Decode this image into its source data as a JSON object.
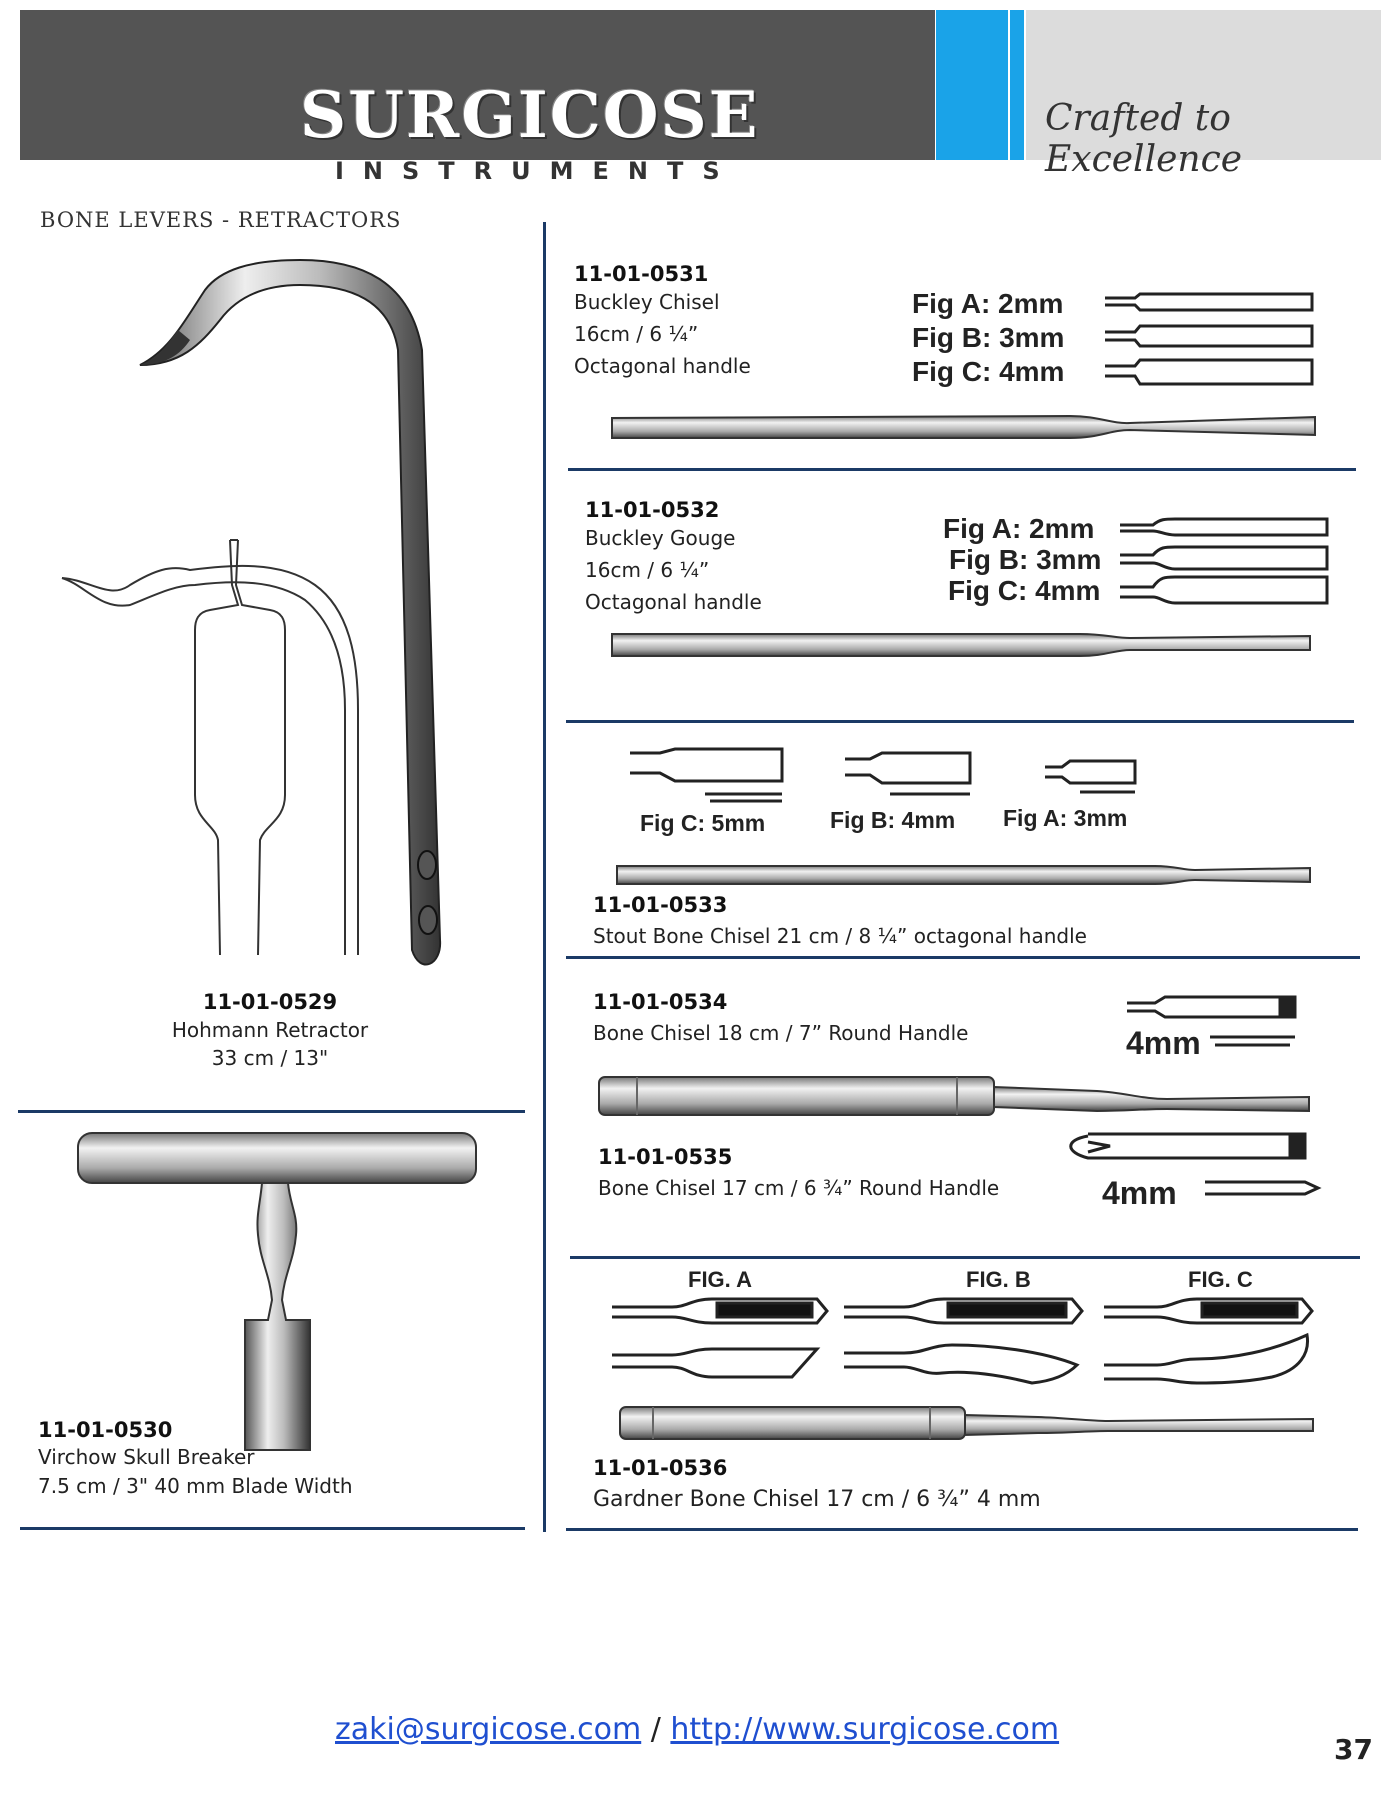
{
  "header": {
    "brand": "SURGICOSE",
    "brand_sub": "INSTRUMENTS",
    "tagline": "Crafted to Excellence"
  },
  "section_title": "BONE LEVERS - RETRACTORS",
  "products": [
    {
      "code": "11-01-0529",
      "lines": [
        "Hohmann Retractor",
        "33 cm / 13\""
      ]
    },
    {
      "code": "11-01-0530",
      "lines": [
        "Virchow Skull Breaker",
        "7.5 cm / 3\" 40 mm Blade Width"
      ]
    },
    {
      "code": "11-01-0531",
      "lines": [
        "Buckley Chisel",
        "16cm / 6 ¼”",
        "Octagonal handle"
      ],
      "figs": [
        "Fig A: 2mm",
        "Fig B: 3mm",
        "Fig C: 4mm"
      ]
    },
    {
      "code": "11-01-0532",
      "lines": [
        "Buckley Gouge",
        "16cm / 6 ¼”",
        "Octagonal handle"
      ],
      "figs": [
        "Fig A: 2mm",
        "Fig B: 3mm",
        "Fig C: 4mm"
      ]
    },
    {
      "code": "11-01-0533",
      "lines": [
        "Stout Bone Chisel 21 cm / 8 ¼” octagonal handle"
      ],
      "figs": [
        "Fig C: 5mm",
        "Fig B: 4mm",
        "Fig A: 3mm"
      ]
    },
    {
      "code": "11-01-0534",
      "lines": [
        "Bone Chisel 18 cm / 7” Round Handle"
      ],
      "size": "4mm"
    },
    {
      "code": "11-01-0535",
      "lines": [
        "Bone Chisel 17 cm / 6 ¾” Round Handle"
      ],
      "size": "4mm"
    },
    {
      "code": "11-01-0536",
      "lines": [
        "Gardner Bone Chisel 17 cm / 6 ¾” 4 mm"
      ],
      "figs": [
        "FIG. A",
        "FIG. B",
        "FIG. C"
      ]
    }
  ],
  "footer": {
    "email": "zaki@surgicose.com",
    "separator": " / ",
    "url": "http://www.surgicose.com",
    "page_number": "37"
  },
  "colors": {
    "header_dark": "#545454",
    "header_blue": "#1aa3e8",
    "header_gray": "#dcdcdc",
    "rule": "#1b3a66",
    "link": "#1f4fd0"
  }
}
